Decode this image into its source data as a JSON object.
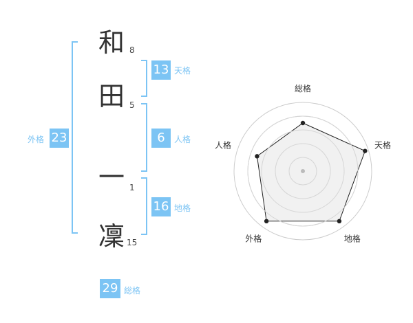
{
  "name": {
    "chars": [
      {
        "char": "和",
        "strokes": "8"
      },
      {
        "char": "田",
        "strokes": "5"
      },
      {
        "char": "一",
        "strokes": "1"
      },
      {
        "char": "凜",
        "strokes": "15"
      }
    ]
  },
  "scores": {
    "tenkaku": {
      "value": "13",
      "label": "天格"
    },
    "jinkaku": {
      "value": "6",
      "label": "人格"
    },
    "chikaku": {
      "value": "16",
      "label": "地格"
    },
    "gaikaku": {
      "value": "23",
      "label": "外格"
    },
    "soukaku": {
      "value": "29",
      "label": "総格"
    }
  },
  "colors": {
    "accent": "#7cc4f4",
    "text": "#333333",
    "radar_fill": "#eeeeee",
    "radar_ring": "#cccccc"
  },
  "chart_data": {
    "type": "radar",
    "axes": [
      "総格",
      "天格",
      "地格",
      "外格",
      "人格"
    ],
    "values": [
      0.7,
      0.95,
      0.9,
      0.9,
      0.7
    ],
    "max": 1,
    "rings": 5
  }
}
